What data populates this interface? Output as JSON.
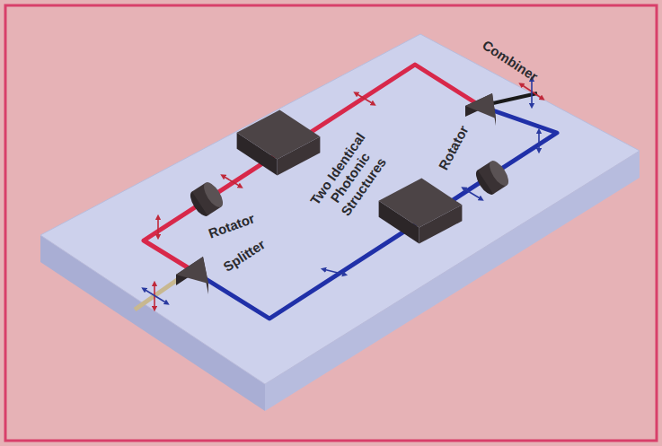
{
  "diagram": {
    "labels": [
      "Splitter",
      "Rotator",
      "Two Identical Photonic Structures",
      "Rotator",
      "Combiner"
    ]
  }
}
